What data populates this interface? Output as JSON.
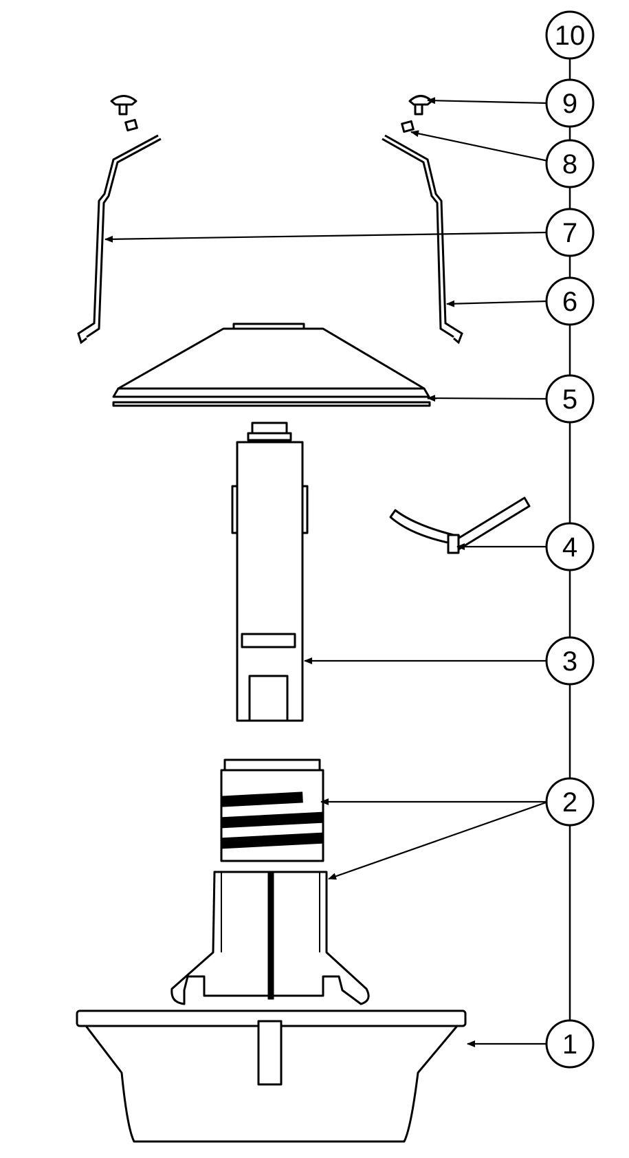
{
  "diagram": {
    "type": "exploded-parts-view",
    "callouts": [
      {
        "id": "10",
        "label": "10"
      },
      {
        "id": "9",
        "label": "9"
      },
      {
        "id": "8",
        "label": "8"
      },
      {
        "id": "7",
        "label": "7"
      },
      {
        "id": "6",
        "label": "6"
      },
      {
        "id": "5",
        "label": "5"
      },
      {
        "id": "4",
        "label": "4"
      },
      {
        "id": "3",
        "label": "3"
      },
      {
        "id": "2",
        "label": "2"
      },
      {
        "id": "1",
        "label": "1"
      }
    ],
    "colors": {
      "line": "#000000",
      "background": "#ffffff"
    }
  }
}
